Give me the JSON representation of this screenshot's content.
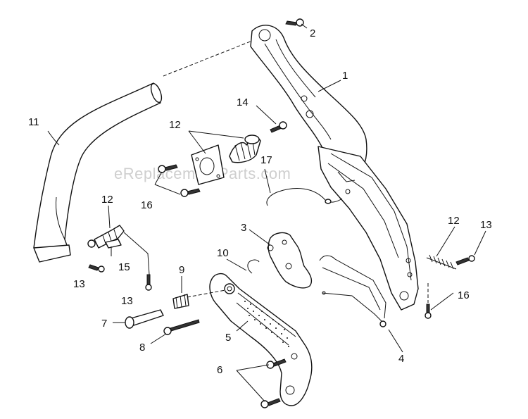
{
  "watermark": "eReplacementParts.com",
  "callouts": {
    "c1": "1",
    "c2": "2",
    "c3": "3",
    "c4": "4",
    "c5": "5",
    "c6": "6",
    "c7": "7",
    "c8": "8",
    "c9": "9",
    "c10": "10",
    "c11": "11",
    "c12a": "12",
    "c12b": "12",
    "c12c": "12",
    "c13a": "13",
    "c13b": "13",
    "c13c": "13",
    "c14": "14",
    "c15": "15",
    "c16a": "16",
    "c16b": "16",
    "c17": "17"
  }
}
